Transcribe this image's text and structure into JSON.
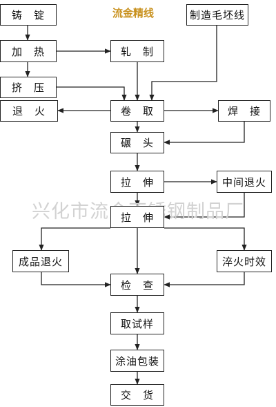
{
  "title": "流金精线",
  "watermark": "兴化市流金不锈钢制品厂",
  "steps": {
    "cast": "铸　锭",
    "blank": "制造毛坯线",
    "heat": "加　热",
    "roll": "轧　制",
    "extrude": "挤　压",
    "anneal": "退　火",
    "coil": "卷　取",
    "weld": "焊　接",
    "swage": "碾　头",
    "draw1": "拉　伸",
    "mid_anneal": "中间退火",
    "draw2": "拉　伸",
    "final_anneal": "成品退火",
    "quench_age": "淬火时效",
    "inspect": "检　查",
    "sample": "取试样",
    "oil_pack": "涂油包装",
    "deliver": "交　货"
  }
}
